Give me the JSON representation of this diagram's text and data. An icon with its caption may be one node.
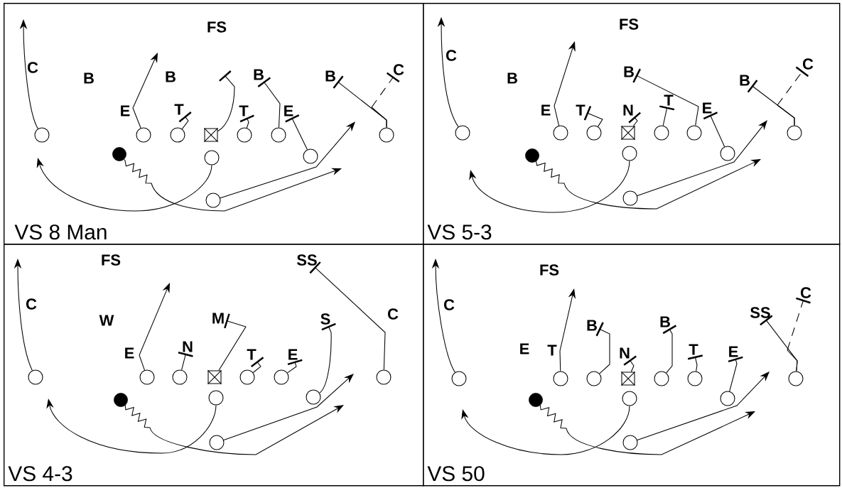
{
  "diagram": {
    "nodes": [
      {
        "text": [
          "VS 8 Man"
        ]
      },
      {
        "text": [],
        "shape": "circle",
        "in": 0
      },
      {
        "text": [],
        "shape": "circle",
        "in": 0
      },
      {
        "text": [],
        "shape": "circle",
        "in": 0
      },
      {
        "text": [],
        "shape": "box",
        "in": 0
      },
      {
        "text": [],
        "shape": "circle",
        "in": 0
      },
      {
        "text": [],
        "shape": "circle",
        "in": 0
      },
      {
        "text": [],
        "shape": "circle",
        "in": 0
      },
      {
        "text": [],
        "shape": "dot",
        "in": 0
      },
      {
        "text": [],
        "shape": "circle",
        "in": 0
      },
      {
        "text": [],
        "shape": "circle",
        "in": 0
      },
      {
        "text": [],
        "shape": "circle",
        "in": 0
      },
      {
        "text": [
          "T"
        ],
        "in": 0
      },
      {
        "text": [
          "T"
        ],
        "in": 0
      },
      {
        "text": [
          "B"
        ],
        "in": 0
      },
      {
        "text": [
          "E"
        ],
        "in": 0
      },
      {
        "text": [
          "B"
        ],
        "in": 0
      },
      {
        "text": [
          "C"
        ],
        "in": 0
      },
      {
        "text": [
          "VS 5-3"
        ]
      },
      {
        "text": [],
        "shape": "circle",
        "in": 18
      },
      {
        "text": [],
        "shape": "circle",
        "in": 18
      },
      {
        "text": [],
        "shape": "circle",
        "in": 18
      },
      {
        "text": [],
        "shape": "box",
        "in": 18
      },
      {
        "text": [],
        "shape": "circle",
        "in": 18
      },
      {
        "text": [],
        "shape": "circle",
        "in": 18
      },
      {
        "text": [],
        "shape": "circle",
        "in": 18
      },
      {
        "text": [],
        "shape": "dot",
        "in": 18
      },
      {
        "text": [],
        "shape": "circle",
        "in": 18
      },
      {
        "text": [],
        "shape": "circle",
        "in": 18
      },
      {
        "text": [],
        "shape": "circle",
        "in": 18
      },
      {
        "text": [
          "T"
        ],
        "in": 18
      },
      {
        "text": [
          "N"
        ],
        "in": 18
      },
      {
        "text": [
          "T"
        ],
        "in": 18
      },
      {
        "text": [
          "B"
        ],
        "in": 18
      },
      {
        "text": [
          "E"
        ],
        "in": 18
      },
      {
        "text": [
          "B"
        ],
        "in": 18
      },
      {
        "text": [
          "C"
        ],
        "in": 18
      },
      {
        "text": [
          "VS 4-3"
        ]
      },
      {
        "text": [],
        "shape": "circle",
        "in": 37
      },
      {
        "text": [],
        "shape": "circle",
        "in": 37
      },
      {
        "text": [],
        "shape": "circle",
        "in": 37
      },
      {
        "text": [],
        "shape": "box",
        "in": 37
      },
      {
        "text": [],
        "shape": "circle",
        "in": 37
      },
      {
        "text": [],
        "shape": "circle",
        "in": 37
      },
      {
        "text": [],
        "shape": "circle",
        "in": 37
      },
      {
        "text": [],
        "shape": "dot",
        "in": 37
      },
      {
        "text": [],
        "shape": "circle",
        "in": 37
      },
      {
        "text": [],
        "shape": "circle",
        "in": 37
      },
      {
        "text": [],
        "shape": "circle",
        "in": 37
      },
      {
        "text": [
          "N"
        ],
        "in": 37
      },
      {
        "text": [
          "M"
        ],
        "in": 37
      },
      {
        "text": [
          "T"
        ],
        "in": 37
      },
      {
        "text": [
          "E"
        ],
        "in": 37
      },
      {
        "text": [
          "S"
        ],
        "in": 37
      },
      {
        "text": [
          "SS"
        ],
        "in": 37
      },
      {
        "text": [
          "VS 50"
        ]
      },
      {
        "text": [],
        "shape": "circle",
        "in": 55
      },
      {
        "text": [],
        "shape": "circle",
        "in": 55
      },
      {
        "text": [],
        "shape": "circle",
        "in": 55
      },
      {
        "text": [],
        "shape": "box",
        "in": 55
      },
      {
        "text": [],
        "shape": "circle",
        "in": 55
      },
      {
        "text": [],
        "shape": "circle",
        "in": 55
      },
      {
        "text": [],
        "shape": "circle",
        "in": 55
      },
      {
        "text": [],
        "shape": "dot",
        "in": 55
      },
      {
        "text": [],
        "shape": "circle",
        "in": 55
      },
      {
        "text": [],
        "shape": "circle",
        "in": 55
      },
      {
        "text": [],
        "shape": "circle",
        "in": 55
      },
      {
        "text": [
          "B"
        ],
        "in": 55
      },
      {
        "text": [
          "N"
        ],
        "in": 55
      },
      {
        "text": [
          "B"
        ],
        "in": 55
      },
      {
        "text": [
          "T"
        ],
        "in": 55
      },
      {
        "text": [
          "E"
        ],
        "in": 55
      },
      {
        "text": [
          "SS"
        ],
        "in": 55
      },
      {
        "text": [
          "C"
        ],
        "in": 55
      }
    ],
    "edges": [
      {
        "from": 1,
        "to": null,
        "arrow": "to"
      },
      {
        "from": 2,
        "to": null,
        "arrow": "to"
      },
      {
        "from": 3,
        "to": 12,
        "arrow": "other"
      },
      {
        "from": 4,
        "to": null,
        "arrow": "other"
      },
      {
        "from": 5,
        "to": 13,
        "arrow": "other"
      },
      {
        "from": 6,
        "to": 14,
        "arrow": "other"
      },
      {
        "from": 7,
        "to": 16,
        "arrow": "other"
      },
      {
        "from": 7,
        "to": 17,
        "arrow": "other",
        "style": "dashed"
      },
      {
        "from": 8,
        "to": null,
        "arrow": "to"
      },
      {
        "from": 9,
        "to": null,
        "arrow": "to"
      },
      {
        "from": 10,
        "to": 15,
        "arrow": "other"
      },
      {
        "from": 11,
        "to": null,
        "arrow": "to"
      },
      {
        "from": 19,
        "to": null,
        "arrow": "to"
      },
      {
        "from": 20,
        "to": null,
        "arrow": "to"
      },
      {
        "from": 21,
        "to": 30,
        "arrow": "other"
      },
      {
        "from": 22,
        "to": 31,
        "arrow": "other"
      },
      {
        "from": 23,
        "to": 32,
        "arrow": "other"
      },
      {
        "from": 24,
        "to": 33,
        "arrow": "other"
      },
      {
        "from": 25,
        "to": 35,
        "arrow": "other"
      },
      {
        "from": 25,
        "to": 36,
        "arrow": "other",
        "style": "dashed"
      },
      {
        "from": 26,
        "to": null,
        "arrow": "to"
      },
      {
        "from": 27,
        "to": null,
        "arrow": "to"
      },
      {
        "from": 28,
        "to": 34,
        "arrow": "other"
      },
      {
        "from": 29,
        "to": null,
        "arrow": "to"
      },
      {
        "from": 38,
        "to": null,
        "arrow": "to"
      },
      {
        "from": 39,
        "to": null,
        "arrow": "to"
      },
      {
        "from": 40,
        "to": 49,
        "arrow": "other"
      },
      {
        "from": 41,
        "to": 50,
        "arrow": "other"
      },
      {
        "from": 42,
        "to": 51,
        "arrow": "other"
      },
      {
        "from": 43,
        "to": 52,
        "arrow": "other"
      },
      {
        "from": 44,
        "to": 54,
        "arrow": "other"
      },
      {
        "from": 45,
        "to": null,
        "arrow": "to"
      },
      {
        "from": 46,
        "to": null,
        "arrow": "to"
      },
      {
        "from": 47,
        "to": 53,
        "arrow": "other"
      },
      {
        "from": 48,
        "to": null,
        "arrow": "to"
      },
      {
        "from": 56,
        "to": null,
        "arrow": "to"
      },
      {
        "from": 57,
        "to": null,
        "arrow": "to"
      },
      {
        "from": 58,
        "to": 67,
        "arrow": "other"
      },
      {
        "from": 59,
        "to": 68,
        "arrow": "other"
      },
      {
        "from": 60,
        "to": 69,
        "arrow": "other"
      },
      {
        "from": 61,
        "to": 70,
        "arrow": "other"
      },
      {
        "from": 62,
        "to": 72,
        "arrow": "other"
      },
      {
        "from": 62,
        "to": 73,
        "arrow": "other",
        "style": "dashed"
      },
      {
        "from": 63,
        "to": null,
        "arrow": "to"
      },
      {
        "from": 64,
        "to": null,
        "arrow": "to"
      },
      {
        "from": 65,
        "to": 71,
        "arrow": "other"
      },
      {
        "from": 66,
        "to": null,
        "arrow": "to"
      }
    ],
    "labels": [
      "FS",
      "C",
      "B",
      "E",
      "B",
      "FS",
      "C",
      "B",
      "E",
      "FS",
      "C",
      "W",
      "E",
      "C",
      "FS",
      "C",
      "E",
      "T"
    ]
  }
}
